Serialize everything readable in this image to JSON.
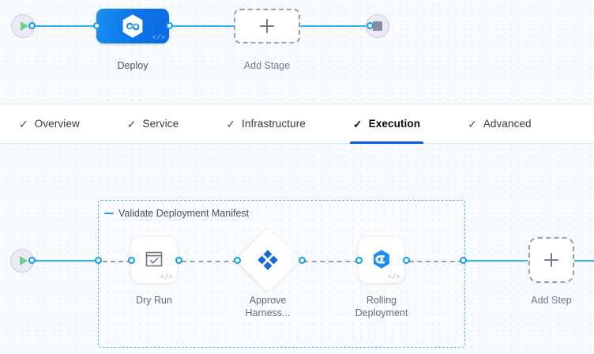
{
  "stage_canvas": {
    "start_node": {
      "name": "pipeline-start",
      "icon": "play-icon"
    },
    "end_node": {
      "name": "pipeline-end",
      "icon": "stop-icon"
    },
    "stages": [
      {
        "label": "Deploy",
        "icon": "harness-deploy-icon",
        "code_tag": "</>",
        "selected": true
      },
      {
        "label": "Add Stage",
        "icon": "plus-icon",
        "selected": false
      }
    ]
  },
  "tabs": {
    "check_glyph": "✓",
    "items": [
      {
        "label": "Overview",
        "active": false
      },
      {
        "label": "Service",
        "active": false
      },
      {
        "label": "Infrastructure",
        "active": false
      },
      {
        "label": "Execution",
        "active": true
      },
      {
        "label": "Advanced",
        "active": false
      }
    ],
    "active_underline_color": "#0b5cd8"
  },
  "step_canvas": {
    "start_node": {
      "name": "execution-start",
      "icon": "play-icon"
    },
    "group": {
      "title": "Validate Deployment Manifest",
      "collapse_icon": "minus-icon",
      "border_color": "#4cb9f0"
    },
    "steps": [
      {
        "label": "Dry Run",
        "icon": "checkbox-check-icon",
        "shape": "rounded",
        "code_tag": "</>"
      },
      {
        "label": "Approve\nHarness...",
        "icon": "approval-diamond-icon",
        "shape": "diamond",
        "code_tag": ""
      },
      {
        "label": "Rolling\nDeployment",
        "icon": "rolling-deployment-icon",
        "shape": "rounded",
        "code_tag": "</>"
      }
    ],
    "add_step": {
      "label": "Add Step",
      "icon": "plus-icon"
    }
  },
  "colors": {
    "connector_active": "#32b1f5",
    "connector_dashed": "#9aa3b4",
    "stage_accent": "#0b74e8",
    "canvas_bg": "#f8fbfd",
    "grid_dot": "#c7cfdb"
  }
}
